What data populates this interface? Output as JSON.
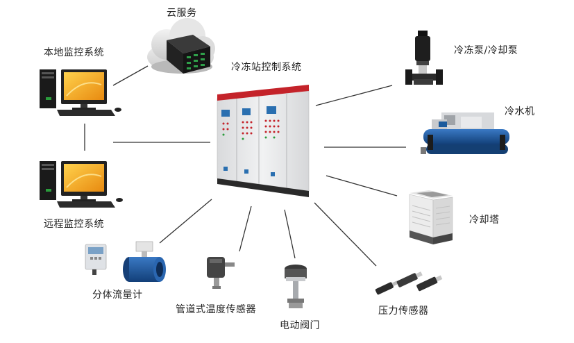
{
  "nodes": {
    "center": {
      "label": "冷冻站控制系统"
    },
    "cloud": {
      "label": "云服务"
    },
    "local": {
      "label": "本地监控系统"
    },
    "remote": {
      "label": "远程监控系统"
    },
    "pump": {
      "label": "冷冻泵/冷却泵"
    },
    "chiller": {
      "label": "冷水机"
    },
    "tower": {
      "label": "冷却塔"
    },
    "flowmeter": {
      "label": "分体流量计"
    },
    "pipe_temp": {
      "label": "管道式温度传感器"
    },
    "valve": {
      "label": "电动阀门"
    },
    "pressure": {
      "label": "压力传感器"
    }
  },
  "colors": {
    "line": "#333333",
    "cabinet": "#e6e7e9",
    "cabinet_top": "#c4232a",
    "screen": "#f0a41c",
    "cooling": "#1c5b9c"
  }
}
